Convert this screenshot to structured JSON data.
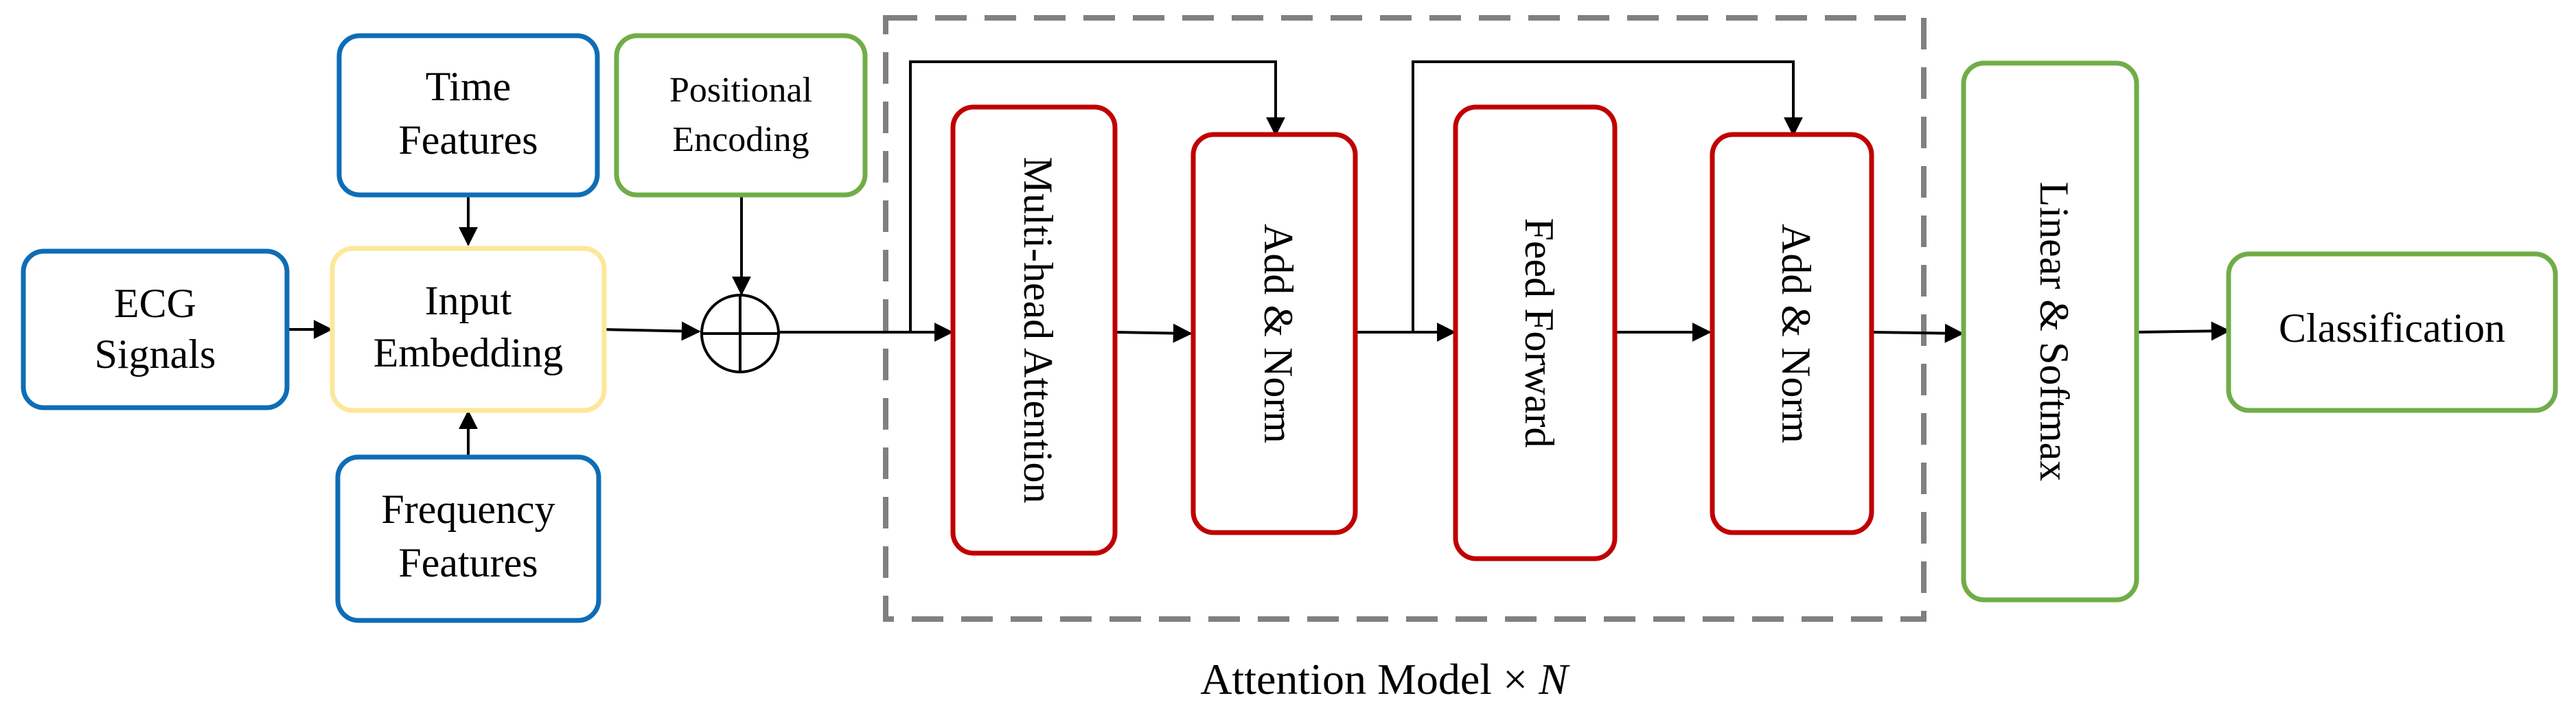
{
  "nodes": {
    "ecg_signals": {
      "line1": "ECG",
      "line2": "Signals"
    },
    "time_features": {
      "line1": "Time",
      "line2": "Features"
    },
    "input_embedding": {
      "line1": "Input",
      "line2": "Embedding"
    },
    "frequency_features": {
      "line1": "Frequency",
      "line2": "Features"
    },
    "positional_encoding": {
      "line1": "Positional",
      "line2": "Encoding"
    },
    "multi_head_attention": {
      "label": "Multi-head Attention"
    },
    "add_norm_1": {
      "label": "Add & Norm"
    },
    "feed_forward": {
      "label": "Feed Forward"
    },
    "add_norm_2": {
      "label": "Add & Norm"
    },
    "linear_softmax": {
      "label": "Linear & Softmax"
    },
    "classification": {
      "label": "Classification"
    }
  },
  "attention_block": {
    "caption_text": "Attention Model ×",
    "caption_var": "N"
  },
  "colors": {
    "input_stroke": "#0e6db6",
    "embedding_stroke": "#fde79a",
    "encoding_stroke": "#70ad47",
    "attention_stroke": "#c00000",
    "block_border": "#808080"
  }
}
